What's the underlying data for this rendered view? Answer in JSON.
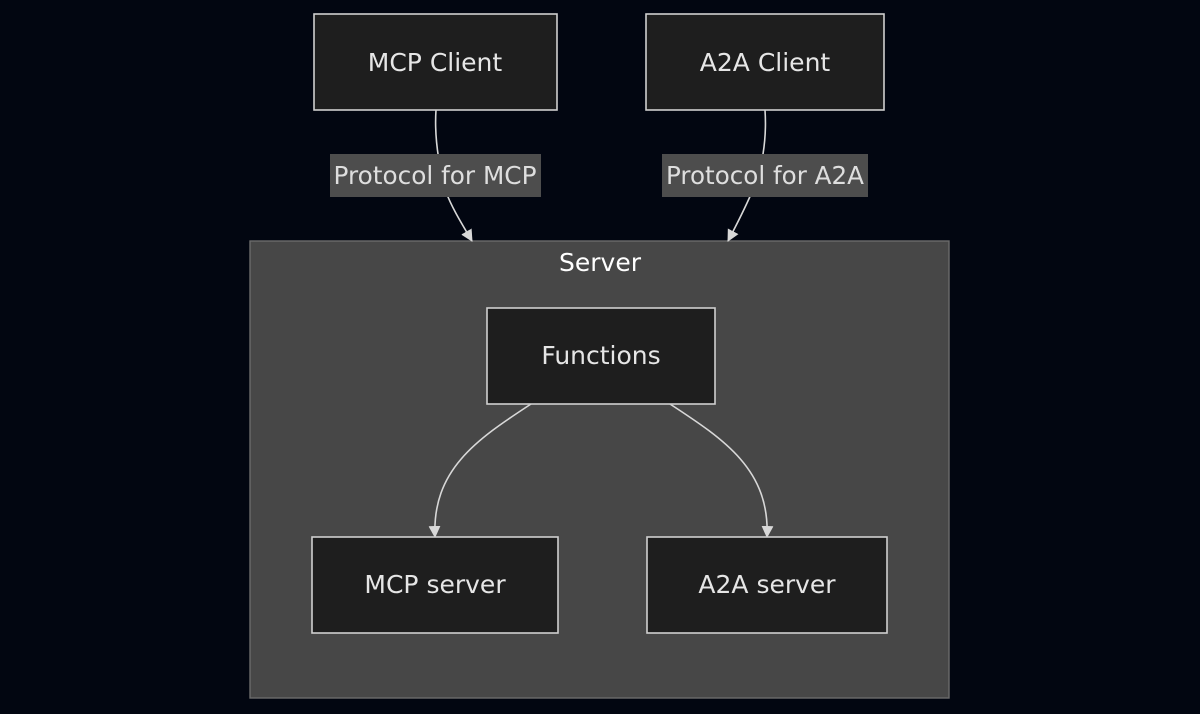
{
  "diagram": {
    "cluster": {
      "title": "Server"
    },
    "nodes": {
      "mcp_client": "MCP Client",
      "a2a_client": "A2A Client",
      "functions": "Functions",
      "mcp_server": "MCP server",
      "a2a_server": "A2A server"
    },
    "edges": [
      {
        "from": "MCP Client",
        "to": "Server",
        "label": "Protocol for MCP"
      },
      {
        "from": "A2A Client",
        "to": "Server",
        "label": "Protocol for A2A"
      },
      {
        "from": "Functions",
        "to": "MCP server",
        "label": ""
      },
      {
        "from": "Functions",
        "to": "A2A server",
        "label": ""
      }
    ],
    "edge_labels": {
      "mcp": "Protocol for MCP",
      "a2a": "Protocol for A2A"
    }
  },
  "colors": {
    "background": "#020611",
    "cluster_fill": "#474747",
    "node_fill": "#1e1e1e",
    "node_border": "#cfcfcf",
    "edge_stroke": "#d8d8d8",
    "edge_label_bg": "#4d4d4d"
  }
}
